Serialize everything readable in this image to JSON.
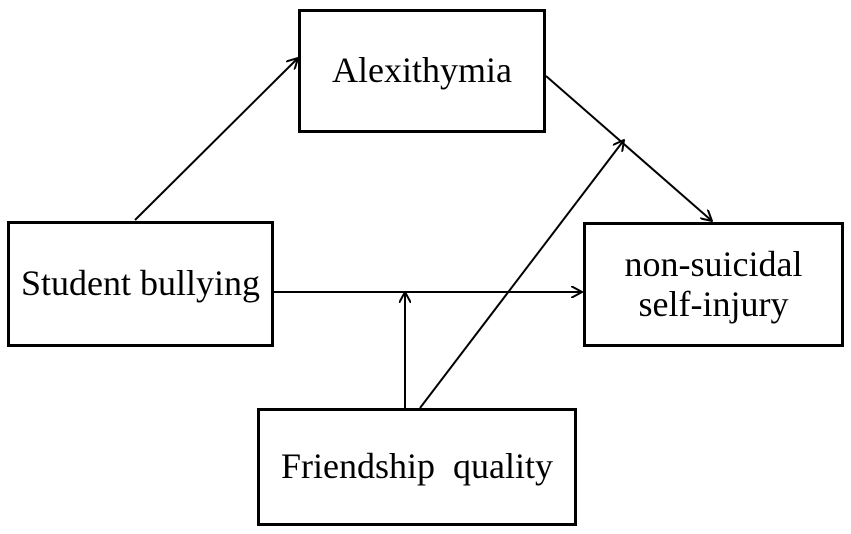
{
  "nodes": {
    "alexithymia": {
      "label": "Alexithymia"
    },
    "student_bullying": {
      "label": "Student bullying"
    },
    "nssi": {
      "lines": [
        "non-suicidal",
        "self-injury"
      ]
    },
    "friendship_quality": {
      "label": "Friendship  quality"
    }
  },
  "edges": [
    {
      "from": "Student bullying",
      "to": "Alexithymia"
    },
    {
      "from": "Alexithymia",
      "to": "non-suicidal self-injury"
    },
    {
      "from": "Student bullying",
      "to": "non-suicidal self-injury"
    },
    {
      "from": "Friendship quality",
      "to": "Student bullying → non-suicidal self-injury"
    },
    {
      "from": "Friendship quality",
      "to": "Alexithymia → non-suicidal self-injury"
    }
  ],
  "colors": {
    "stroke": "#000000",
    "background": "#ffffff"
  }
}
